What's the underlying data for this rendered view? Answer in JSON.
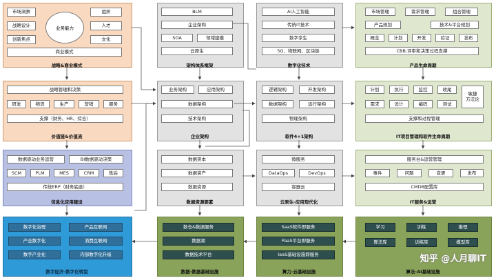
{
  "strategy": {
    "title": "战略&商业模式",
    "center": "业务能力",
    "items": [
      "市场洞察",
      "组织",
      "战略设计",
      "人才",
      "创新焦点",
      "文化"
    ],
    "bottom": "商业模式"
  },
  "architecture": {
    "title": "架构体系框架",
    "items": [
      "BLM",
      "企业架构",
      "SOA",
      "领域建模",
      "云原生"
    ]
  },
  "digital_tech": {
    "title": "数字化技术",
    "items": [
      "AI人工智能",
      "传统IT技术",
      "数字孪生",
      "5G、物联网、区块链"
    ]
  },
  "product_lifecycle": {
    "title": "产品生命周期",
    "row1": [
      "市场管理",
      "需求管理",
      "组合管理"
    ],
    "row2": [
      "产品规划",
      "技术&平台规划"
    ],
    "row3": [
      "概念",
      "计划",
      "开发",
      "验证",
      "发布"
    ],
    "bottom": "CBB,评审和决策过程支撑"
  },
  "value_chain": {
    "title": "价值链&价值流",
    "top": "战略管理和决策",
    "items": [
      "研发",
      "物流",
      "生产",
      "营销",
      "服务"
    ],
    "bottom": "支撑（财务、HR、综合）"
  },
  "enterprise_arch": {
    "title": "企业架构",
    "items": [
      "业务架构",
      "应用架构",
      "数据架构",
      "技术架构"
    ]
  },
  "software_arch": {
    "title": "软件4+1架构",
    "items": [
      "逻辑架构",
      "开发架构",
      "数据架构",
      "运行架构",
      "物理架构"
    ]
  },
  "it_project": {
    "title": "IT项目管理和软件生命周期",
    "row1": [
      "计划",
      "执行",
      "监控",
      "收尾"
    ],
    "row2": [
      "需求",
      "设计",
      "编码",
      "测试"
    ],
    "agile": "敏捷\n方法论",
    "bottom": "支撑和过程管理"
  },
  "info_app": {
    "title": "信息化应用建设",
    "row1": [
      "数据驱动业务运营",
      "BI数据驱动决策"
    ],
    "row2": [
      "SCM",
      "PLM",
      "MES",
      "CRM",
      "售后"
    ],
    "bottom": "传统ERP（财务底座）"
  },
  "data_resources": {
    "title": "数据资源要素",
    "items": [
      "数据资本",
      "数据资产",
      "数据资源"
    ]
  },
  "cloud_native": {
    "title": "云原生-应用现代化",
    "items": [
      "微服务",
      "DataOps",
      "DevOps",
      "容器云"
    ]
  },
  "it_service": {
    "title": "IT服务&运营",
    "top": "服务台&运营管理",
    "items": [
      "事件",
      "问题",
      "变更",
      "发布"
    ],
    "bottom": "CMDB配置库"
  },
  "new_economy": {
    "title": "数字经济-数字化转型",
    "items": [
      "数字化治理",
      "产品互联网",
      "产业数字化",
      "消费互联网",
      "数字产业化",
      "内部数字化升级"
    ]
  },
  "data_infra": {
    "title": "数据-数据基础设施",
    "items": [
      "数仓&数据服务",
      "数据湖",
      "数据技术平台"
    ]
  },
  "compute_infra": {
    "title": "算力-云基础设施",
    "items": [
      "SaaS软件即服务",
      "PaaS平台即服务",
      "IaaS基础设施即服务"
    ]
  },
  "algo_infra": {
    "title": "算法-AI基础设施",
    "items": [
      "学习",
      "训练",
      "推理",
      "算法库",
      "训练库",
      "模型库"
    ]
  },
  "watermark": "知乎 @人月聊IT",
  "colors": {
    "orange_panel": "#f9d9c0",
    "gray_panel": "#e2e2e2",
    "green_panel": "#dfe8cf",
    "blue_panel": "#b8c0e3",
    "cyan_panel": "#2f9ad8",
    "olive_panel": "#8aa35a",
    "dark_box": "#2f6f9a"
  }
}
